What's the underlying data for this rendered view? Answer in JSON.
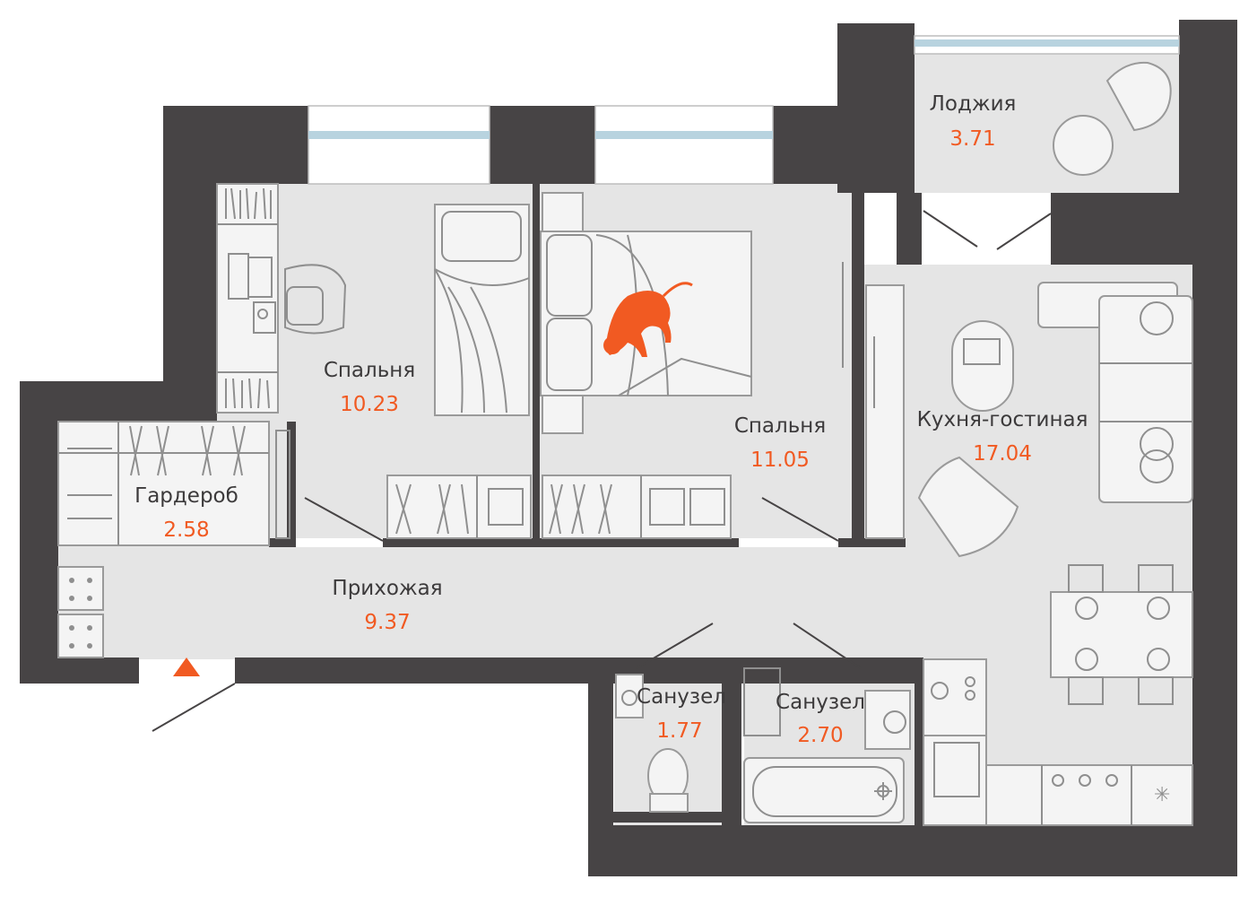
{
  "colors": {
    "wall": "#474445",
    "floor": "#e5e5e5",
    "furniture_stroke": "#8f8f8f",
    "glass": "#b8d3df",
    "accent": "#f15a22",
    "label": "#3c3a3b"
  },
  "rooms": {
    "loggia": {
      "name": "Лоджия",
      "area": "3.71"
    },
    "bedroom1": {
      "name": "Спальня",
      "area": "10.23"
    },
    "bedroom2": {
      "name": "Спальня",
      "area": "11.05"
    },
    "kitchen": {
      "name": "Кухня-гостиная",
      "area": "17.04"
    },
    "wardrobe": {
      "name": "Гардероб",
      "area": "2.58"
    },
    "hallway": {
      "name": "Прихожая",
      "area": "9.37"
    },
    "bath1": {
      "name": "Санузел",
      "area": "1.77"
    },
    "bath2": {
      "name": "Санузел",
      "area": "2.70"
    }
  },
  "icons": {
    "entrance": "entrance-arrow-icon",
    "pet": "cat-icon"
  }
}
